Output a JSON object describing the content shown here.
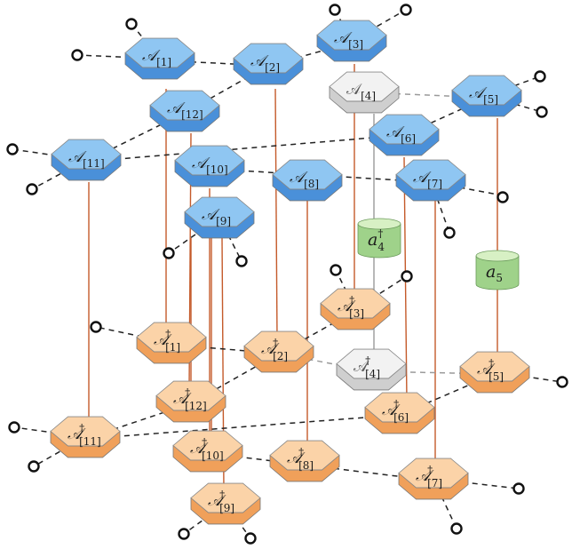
{
  "diagram": {
    "colors": {
      "blue_top": "#8fc6f2",
      "blue_side": "#4a90d9",
      "orange_top": "#fbd3a8",
      "orange_side": "#f0a05a",
      "grey_top": "#f2f2f2",
      "grey_side": "#cfcfcf",
      "green_top": "#d7f0c4",
      "green_side": "#9fd28a",
      "vertical_line": "#c45a2a",
      "dashed_line": "#222222",
      "grey_line": "#9a9a9a"
    },
    "top_layer": [
      {
        "id": "A1",
        "sym": "𝒜",
        "sub": "[1]",
        "sup": ""
      },
      {
        "id": "A2",
        "sym": "𝒜",
        "sub": "[2]",
        "sup": ""
      },
      {
        "id": "A3",
        "sym": "𝒜",
        "sub": "[3]",
        "sup": ""
      },
      {
        "id": "A4",
        "sym": "𝒜",
        "sub": "[4]",
        "sup": ""
      },
      {
        "id": "A5",
        "sym": "𝒜",
        "sub": "[5]",
        "sup": ""
      },
      {
        "id": "A6",
        "sym": "𝒜",
        "sub": "[6]",
        "sup": ""
      },
      {
        "id": "A7",
        "sym": "𝒜",
        "sub": "[7]",
        "sup": ""
      },
      {
        "id": "A8",
        "sym": "𝒜",
        "sub": "[8]",
        "sup": ""
      },
      {
        "id": "A9",
        "sym": "𝒜",
        "sub": "[9]",
        "sup": ""
      },
      {
        "id": "A10",
        "sym": "𝒜",
        "sub": "[10]",
        "sup": ""
      },
      {
        "id": "A11",
        "sym": "𝒜",
        "sub": "[11]",
        "sup": ""
      },
      {
        "id": "A12",
        "sym": "𝒜",
        "sub": "[12]",
        "sup": ""
      }
    ],
    "bottom_layer": [
      {
        "id": "B1",
        "sym": "𝒜",
        "sub": "[1]",
        "sup": "†"
      },
      {
        "id": "B2",
        "sym": "𝒜",
        "sub": "[2]",
        "sup": "†"
      },
      {
        "id": "B3",
        "sym": "𝒜",
        "sub": "[3]",
        "sup": "†"
      },
      {
        "id": "B4",
        "sym": "𝒜",
        "sub": "[4]",
        "sup": "†"
      },
      {
        "id": "B5",
        "sym": "𝒜",
        "sub": "[5]",
        "sup": "†"
      },
      {
        "id": "B6",
        "sym": "𝒜",
        "sub": "[6]",
        "sup": "†"
      },
      {
        "id": "B7",
        "sym": "𝒜",
        "sub": "[7]",
        "sup": "†"
      },
      {
        "id": "B8",
        "sym": "𝒜",
        "sub": "[8]",
        "sup": "†"
      },
      {
        "id": "B9",
        "sym": "𝒜",
        "sub": "[9]",
        "sup": "†"
      },
      {
        "id": "B10",
        "sym": "𝒜",
        "sub": "[10]",
        "sup": "†"
      },
      {
        "id": "B11",
        "sym": "𝒜",
        "sub": "[11]",
        "sup": "†"
      },
      {
        "id": "B12",
        "sym": "𝒜",
        "sub": "[12]",
        "sup": "†"
      }
    ],
    "cylinders": [
      {
        "id": "a4",
        "sym": "a",
        "sub": "4",
        "sup": "†"
      },
      {
        "id": "a5",
        "sym": "a",
        "sub": "5",
        "sup": ""
      }
    ]
  }
}
